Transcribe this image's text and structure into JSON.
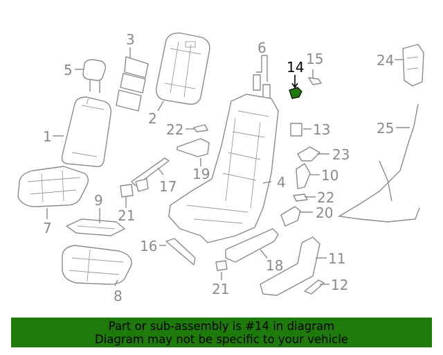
{
  "callouts": {
    "c1": "1",
    "c2": "2",
    "c3": "3",
    "c4": "4",
    "c5": "5",
    "c6": "6",
    "c7": "7",
    "c8": "8",
    "c9": "9",
    "c10": "10",
    "c11": "11",
    "c12": "12",
    "c13": "13",
    "c14": "14",
    "c15": "15",
    "c16": "16",
    "c17": "17",
    "c18": "18",
    "c19": "19",
    "c20": "20",
    "c21a": "21",
    "c21b": "21",
    "c22a": "22",
    "c22b": "22",
    "c23": "23",
    "c24": "24",
    "c25": "25"
  },
  "highlight_part": "14",
  "colors": {
    "highlight_part": "#1f7a0c",
    "line_art": "#8a8a8a",
    "banner_bg": "#1f7a0c"
  },
  "banner": {
    "line1": "Part or sub-assembly is #14 in diagram",
    "line2": "Diagram may not be specific to your vehicle"
  }
}
